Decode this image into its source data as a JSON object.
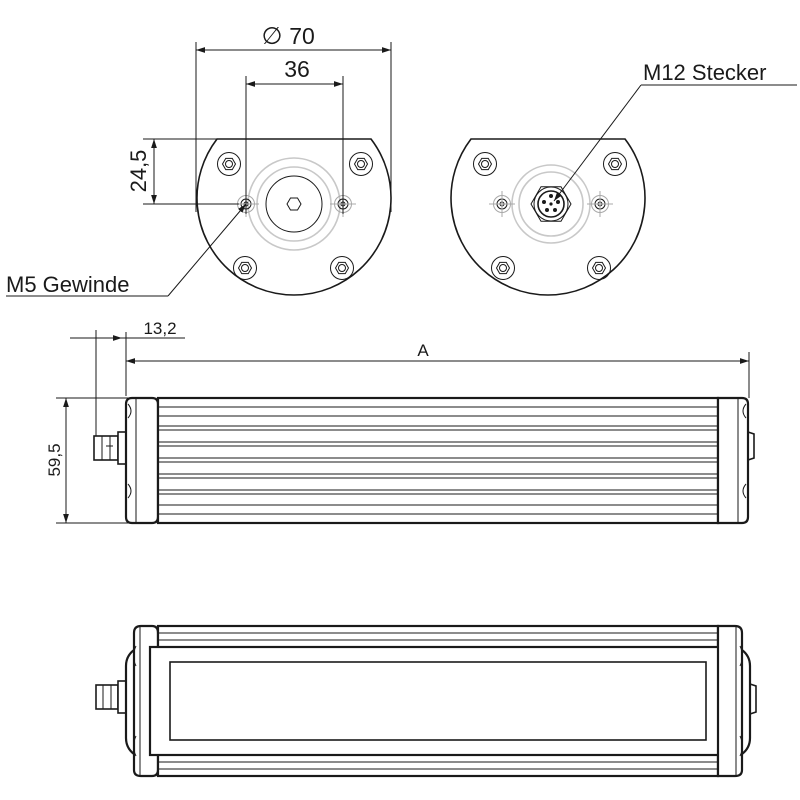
{
  "drawing": {
    "dimensions": {
      "diameter_symbol": "∅",
      "diameter": "70",
      "hole_spacing": "36",
      "center_height": "24,5",
      "connector_length": "13,2",
      "length": "A",
      "height": "59,5"
    },
    "callouts": {
      "thread": "M5 Gewinde",
      "connector": "M12 Stecker"
    },
    "colors": {
      "line": "#1a1a1a",
      "hidden_detail": "#a8a8a8"
    }
  }
}
